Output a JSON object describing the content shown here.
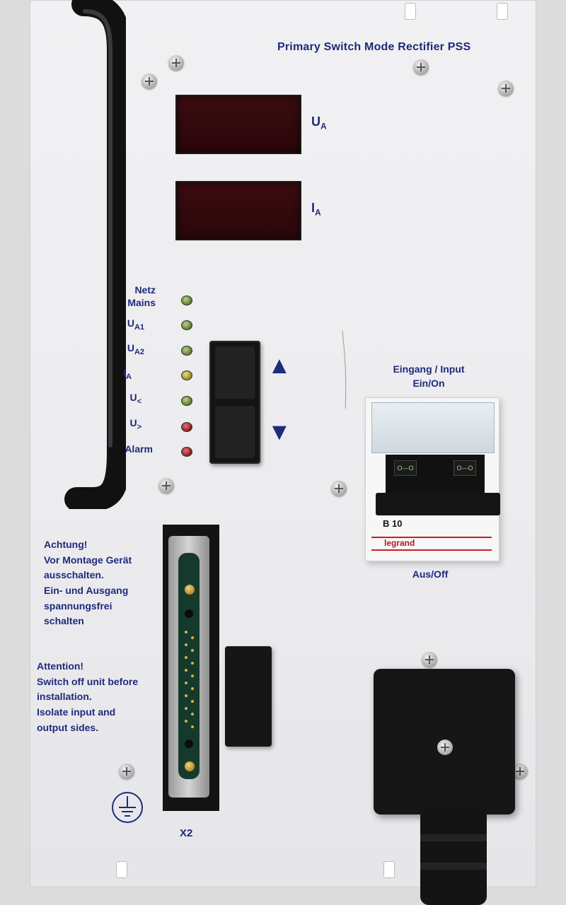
{
  "panel": {
    "title": "Primary Switch Mode Rectifier PSS"
  },
  "displays": [
    {
      "label_main": "U",
      "label_sub": "A"
    },
    {
      "label_main": "I",
      "label_sub": "A"
    }
  ],
  "indicators": [
    {
      "main": "Netz",
      "sub": "",
      "line2": "Mains",
      "color": "green"
    },
    {
      "main": "U",
      "sub": "A1",
      "line2": "",
      "color": "green"
    },
    {
      "main": "U",
      "sub": "A2",
      "line2": "",
      "color": "green"
    },
    {
      "main": "I",
      "sub": "A",
      "line2": "",
      "color": "yellow"
    },
    {
      "main": "U",
      "sub": "<",
      "line2": "",
      "color": "green"
    },
    {
      "main": "U",
      "sub": ">",
      "line2": "",
      "color": "red"
    },
    {
      "main": "Alarm",
      "sub": "",
      "line2": "",
      "color": "red"
    }
  ],
  "rocker": {
    "up_icon": "arrow-up-icon",
    "down_icon": "arrow-down-icon"
  },
  "breaker": {
    "label_top_line1": "Eingang / Input",
    "label_top_line2": "Ein/On",
    "label_bottom": "Aus/Off",
    "rating": "B 10",
    "brand": "legrand"
  },
  "warning_de": {
    "line1": "Achtung!",
    "line2": "Vor Montage Gerät",
    "line3": "ausschalten.",
    "line4": "Ein- und Ausgang",
    "line5": "spannungsfrei",
    "line6": "schalten"
  },
  "warning_en": {
    "line1": "Attention!",
    "line2": "Switch off unit before",
    "line3": "installation.",
    "line4": "Isolate input and",
    "line5": "output sides."
  },
  "connector": {
    "label": "X2"
  },
  "colors": {
    "label_blue": "#1f2a7a",
    "display_red": "#3b0c10",
    "breaker_red": "#c62020"
  }
}
